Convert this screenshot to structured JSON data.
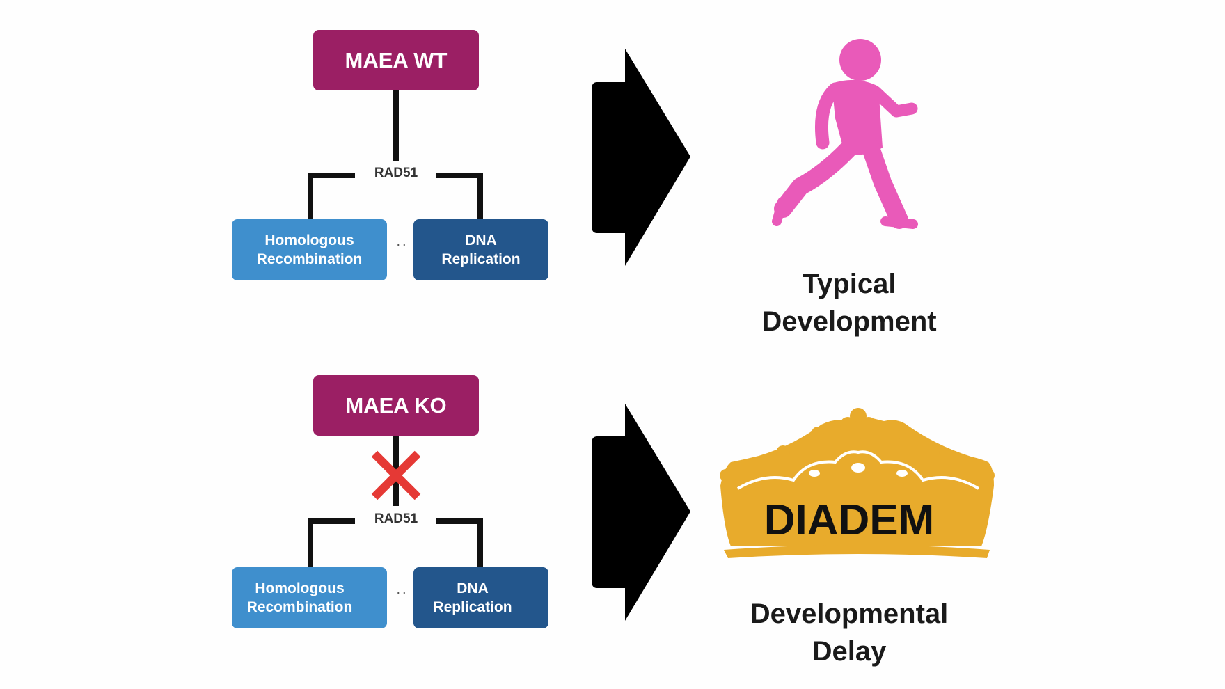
{
  "wt": {
    "gene_label": "MAEA WT",
    "mediator": "RAD51",
    "left_box": "Homologous\nRecombination",
    "right_box": "DNA\nReplication",
    "dots": "..",
    "outcome": "Typical\nDevelopment"
  },
  "ko": {
    "gene_label": "MAEA KO",
    "mediator": "RAD51",
    "left_box": "Homologous\nRecombination",
    "right_box": "DNA\nReplication",
    "dots": "..",
    "crown_text": "DIADEM",
    "outcome": "Developmental\nDelay"
  },
  "colors": {
    "gene_box": "#9b1f64",
    "left_box": "#3f8fcd",
    "right_box": "#23568c",
    "runner": "#e95ab9",
    "crown": "#e8ab2c",
    "cross": "#e53935",
    "arrow": "#000000"
  },
  "icons": [
    "running-child-icon",
    "crown-icon",
    "red-cross-icon",
    "down-arrow-icon",
    "big-right-arrow-icon"
  ]
}
